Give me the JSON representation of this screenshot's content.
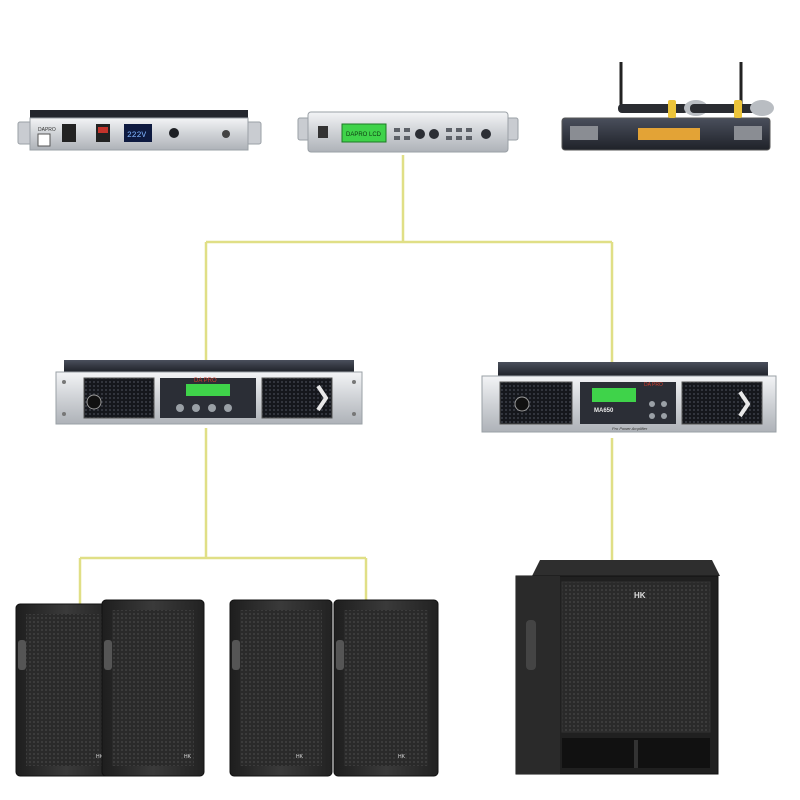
{
  "devices": {
    "power_sequencer": {
      "brand": "DAPRO",
      "display": "222V"
    },
    "processor": {
      "display": "DAPRO LCD"
    },
    "wireless_mic": {
      "display": ""
    },
    "amp_left": {
      "brand": "DA PRO"
    },
    "amp_right": {
      "brand": "DA PRO",
      "model": "MA650",
      "tagline": "Pro Power Amplifier"
    },
    "subwoofer": {
      "brand": "HK"
    },
    "speaker": {
      "brand": "HK"
    }
  },
  "colors": {
    "cable": "#e0df86",
    "rack_silver": "#d4d6d9",
    "rack_dark": "#2b2e36",
    "lcd": "#3fd34a",
    "speaker_body": "#2c2c2c"
  }
}
